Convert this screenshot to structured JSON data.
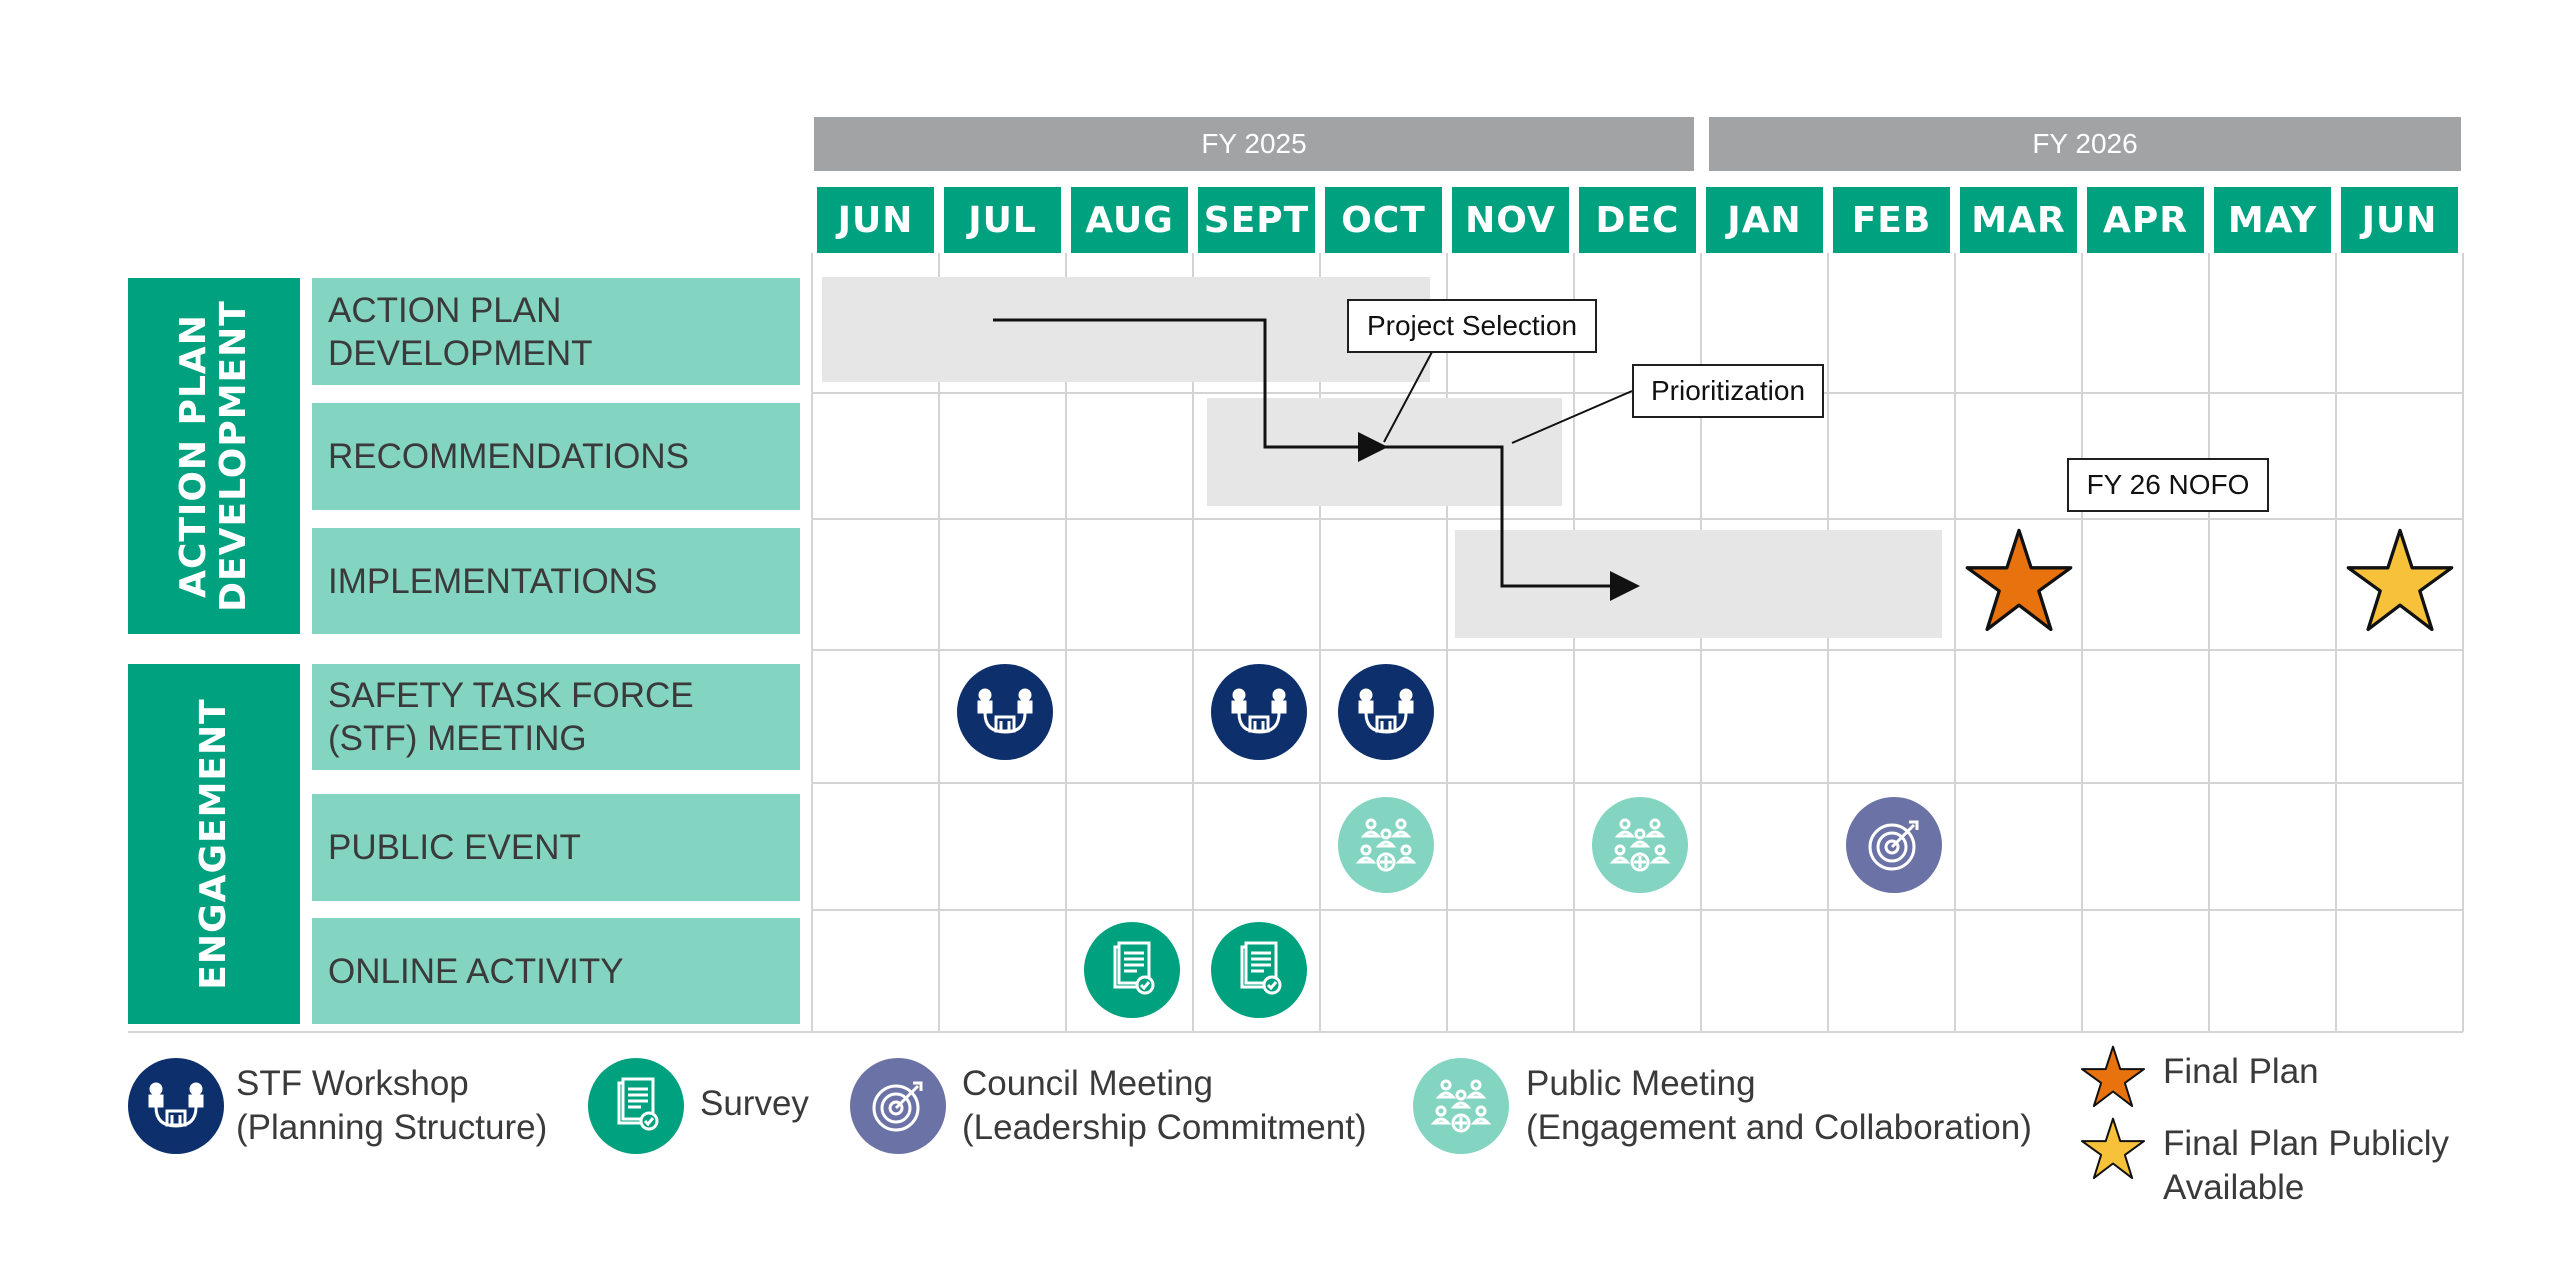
{
  "fiscal_years": [
    "FY 2025",
    "FY 2026"
  ],
  "months": [
    "JUN",
    "JUL",
    "AUG",
    "SEPT",
    "OCT",
    "NOV",
    "DEC",
    "JAN",
    "FEB",
    "MAR",
    "APR",
    "MAY",
    "JUN"
  ],
  "sections": [
    {
      "label": "ACTION PLAN\nDEVELOPMENT",
      "rows": [
        "ACTION PLAN\nDEVELOPMENT",
        "RECOMMENDATIONS",
        "IMPLEMENTATIONS"
      ]
    },
    {
      "label": "ENGAGEMENT",
      "rows": [
        "SAFETY TASK FORCE\n(STF) MEETING",
        "PUBLIC EVENT",
        "ONLINE ACTIVITY"
      ]
    }
  ],
  "phases": [
    {
      "row": "ACTION PLAN DEVELOPMENT",
      "start_month": "JUN",
      "end_month": "NOV"
    },
    {
      "row": "RECOMMENDATIONS",
      "start_month": "SEPT",
      "end_month": "DEC"
    },
    {
      "row": "IMPLEMENTATIONS",
      "start_month": "NOV",
      "end_month": "FEB"
    }
  ],
  "callouts": {
    "project_selection": "Project Selection",
    "prioritization": "Prioritization",
    "nofo": "FY 26 NOFO"
  },
  "milestones": [
    {
      "type": "final-plan",
      "month": "MAR",
      "color": "#e8730e"
    },
    {
      "type": "final-plan-public",
      "month": "JUN",
      "color": "#f7c23a"
    }
  ],
  "events": [
    {
      "row": "SAFETY TASK FORCE (STF) MEETING",
      "type": "stf-workshop-icon",
      "months": [
        "JUL",
        "SEPT",
        "OCT"
      ]
    },
    {
      "row": "PUBLIC EVENT",
      "type": "public-meeting-icon",
      "months": [
        "OCT",
        "DEC"
      ]
    },
    {
      "row": "PUBLIC EVENT",
      "type": "council-meeting-icon",
      "months": [
        "FEB"
      ]
    },
    {
      "row": "ONLINE ACTIVITY",
      "type": "survey-icon",
      "months": [
        "AUG",
        "SEPT"
      ]
    }
  ],
  "legend": [
    {
      "icon": "stf-workshop-icon",
      "label": "STF Workshop\n(Planning Structure)"
    },
    {
      "icon": "survey-icon",
      "label": "Survey"
    },
    {
      "icon": "council-meeting-icon",
      "label": "Council Meeting\n(Leadership Commitment)"
    },
    {
      "icon": "public-meeting-icon",
      "label": "Public Meeting\n(Engagement and Collaboration)"
    },
    {
      "icon": "star-orange-icon",
      "label": "Final Plan"
    },
    {
      "icon": "star-yellow-icon",
      "label": "Final Plan Publicly\nAvailable"
    }
  ],
  "colors": {
    "primary_green": "#00a17e",
    "light_green": "#84d4c2",
    "navy": "#0d2f6c",
    "council_purple": "#6b72a6",
    "fy_gray": "#a2a3a5",
    "phase_gray": "#e6e6e6"
  }
}
